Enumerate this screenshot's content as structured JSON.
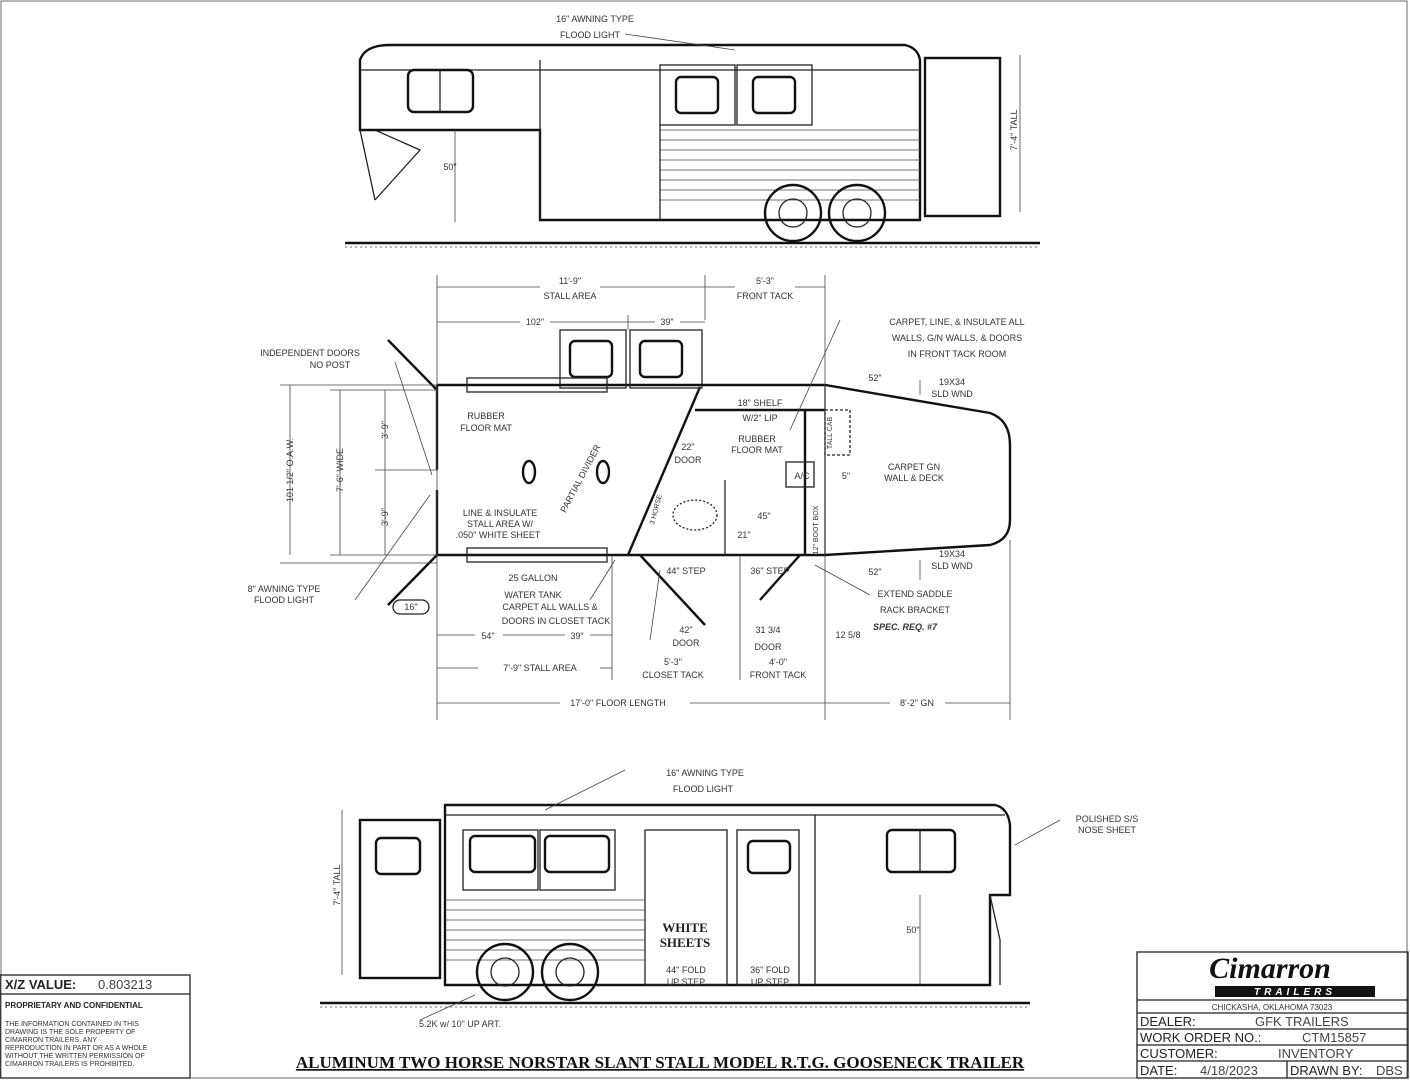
{
  "drawing": {
    "title": "ALUMINUM TWO HORSE NORSTAR SLANT STALL MODEL R.T.G. GOOSENECK TRAILER",
    "top_view": {
      "awning_1": "16\" AWNING TYPE",
      "awning_2": "FLOOD LIGHT",
      "height_50": "50\"",
      "tall": "7'-4\" TALL"
    },
    "plan_view": {
      "stall_area_dim": "11'-9\"",
      "stall_area": "STALL AREA",
      "front_tack_dim": "5'-3\"",
      "front_tack": "FRONT TACK",
      "dim_102": "102\"",
      "dim_39_top": "39\"",
      "indep_doors_1": "INDEPENDENT DOORS",
      "indep_doors_2": "NO POST",
      "carpet_1": "CARPET, LINE, & INSULATE ALL",
      "carpet_2": "WALLS, G/N WALLS, & DOORS",
      "carpet_3": "IN FRONT TACK ROOM",
      "dim_52_top": "52\"",
      "sld_wnd_top_1": "19X34",
      "sld_wnd_top_2": "SLD WND",
      "rubber_mat_1": "RUBBER",
      "rubber_mat_2": "FLOOR MAT",
      "shelf_1": "18\" SHELF",
      "shelf_2": "W/2\" LIP",
      "rubber2_1": "RUBBER",
      "rubber2_2": "FLOOR MAT",
      "door_22": "22\"",
      "door_22_lbl": "DOOR",
      "ac": "A/C",
      "dim_5": "5\"",
      "carpet_gn_1": "CARPET GN",
      "carpet_gn_2": "WALL & DECK",
      "partial_divider": "PARTIAL DIVIDER",
      "oaw": "101 1/2\" O.A.W.",
      "wide": "7'-6\" WIDE",
      "half_1": "3'-9\"",
      "half_2": "3'-9\"",
      "line_ins_1": "LINE & INSULATE",
      "line_ins_2": "STALL AREA W/",
      "line_ins_3": ".050\" WHITE SHEET",
      "dim_45": "45\"",
      "dim_21": "21\"",
      "boot_box": "12\" BOOT BOX",
      "saddle_rack": "3 HORSE",
      "tall_cab": "TALL CAB",
      "sld_wnd_bot_1": "19X34",
      "sld_wnd_bot_2": "SLD WND",
      "dim_52_bot": "52\"",
      "awning8_1": "8\" AWNING TYPE",
      "awning8_2": "FLOOD LIGHT",
      "dim_16": "16\"",
      "water_1": "25 GALLON",
      "water_2": "WATER TANK",
      "carpet_closet_1": "CARPET ALL WALLS &",
      "carpet_closet_2": "DOORS IN CLOSET TACK",
      "step_44": "44\" STEP",
      "step_36": "36\" STEP",
      "extend_1": "EXTEND SADDLE",
      "extend_2": "RACK BRACKET",
      "spec": "SPEC. REQ. #7",
      "dim_54": "54\"",
      "dim_39_bot": "39\"",
      "door_42": "42\"",
      "door_42_lbl": "DOOR",
      "door_31": "31 3/4",
      "door_31_lbl": "DOOR",
      "dim_12": "12 5/8",
      "stall_79": "7'-9\" STALL AREA",
      "closet_dim": "5'-3\"",
      "closet": "CLOSET TACK",
      "front4_dim": "4'-0\"",
      "front4": "FRONT TACK",
      "floor_length": "17'-0\" FLOOR LENGTH",
      "gn": "8'-2\" GN"
    },
    "bottom_view": {
      "awning_1": "16\" AWNING TYPE",
      "awning_2": "FLOOD LIGHT",
      "nose_1": "POLISHED S/S",
      "nose_2": "NOSE SHEET",
      "tall": "7'-4\" TALL",
      "white_1": "WHITE",
      "white_2": "SHEETS",
      "fold44_1": "44\" FOLD",
      "fold44_2": "UP STEP",
      "fold36_1": "36\" FOLD",
      "fold36_2": "UP STEP",
      "height_50": "50\"",
      "axle": "5.2K w/ 10\" UP ART."
    }
  },
  "xz_box": {
    "label": "X/Z VALUE:",
    "value": "0.803213",
    "heading": "PROPRIETARY AND CONFIDENTIAL",
    "body": [
      "THE INFORMATION CONTAINED IN THIS",
      "DRAWING IS THE SOLE PROPERTY OF",
      "CIMARRON TRAILERS.  ANY",
      "REPRODUCTION IN PART OR AS A WHOLE",
      "WITHOUT THE WRITTEN PERMISSION OF",
      "CIMARRON TRAILERS IS PROHIBITED."
    ]
  },
  "title_block": {
    "logo": "Cimarron TRAILERS",
    "address": "CHICKASHA, OKLAHOMA 73023",
    "dealer_label": "DEALER:",
    "dealer": "GFK TRAILERS",
    "work_order_label": "WORK ORDER NO.:",
    "work_order": "CTM15857",
    "customer_label": "CUSTOMER:",
    "customer": "INVENTORY",
    "date_label": "DATE:",
    "date": "4/18/2023",
    "drawn_by_label": "DRAWN BY:",
    "drawn_by": "DBS"
  },
  "colors": {
    "ink": "#222222",
    "paper": "#ffffff"
  }
}
